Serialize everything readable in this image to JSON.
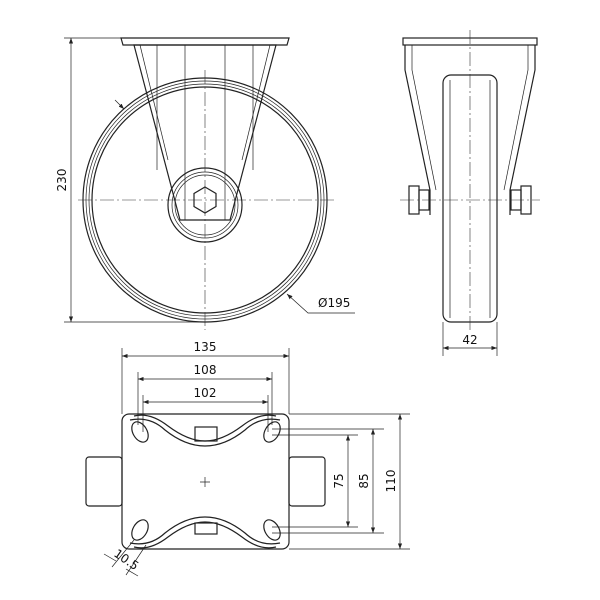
{
  "drawing": {
    "front_view": {
      "height_dim": "230",
      "wheel_diameter_dim": "Ø195"
    },
    "side_view": {
      "width_dim": "42"
    },
    "plate_view": {
      "plate_width_dim": "135",
      "hole_spacing_outer_dim": "108",
      "hole_spacing_inner_dim": "102",
      "hole_spacing_v_inner_dim": "75",
      "hole_spacing_v_outer_dim": "85",
      "plate_length_dim": "110",
      "slot_width_dim": "10.5"
    }
  }
}
